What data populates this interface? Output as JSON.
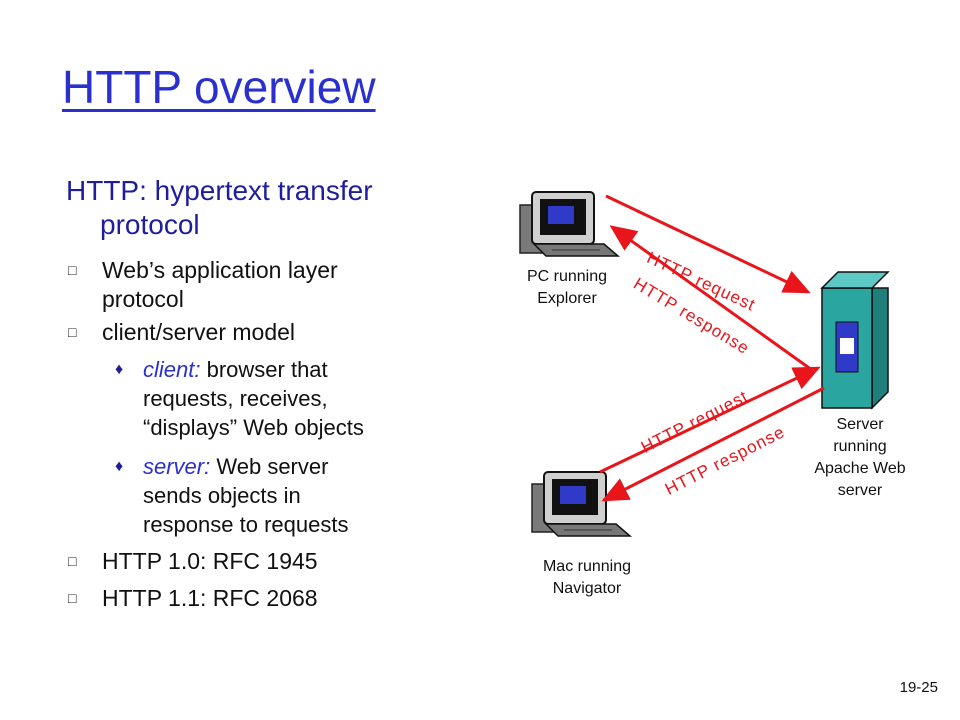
{
  "slide": {
    "title": "HTTP overview",
    "intro_line1": "HTTP: hypertext transfer",
    "intro_line2": "protocol",
    "bullets": [
      {
        "line1": "Web’s application layer",
        "line2": "protocol"
      },
      {
        "line1": "client/server model"
      }
    ],
    "sub_bullets": [
      {
        "term": "client:",
        "lines": [
          " browser that",
          "requests, receives,",
          "“displays” Web objects"
        ]
      },
      {
        "term": "server:",
        "lines": [
          " Web server",
          "sends objects in",
          "response to requests"
        ]
      }
    ],
    "rfc_bullets": [
      "HTTP 1.0: RFC 1945",
      "HTTP 1.1: RFC 2068"
    ],
    "bullet_marker": "□",
    "sub_marker": "♦",
    "page_number": "19-25"
  },
  "diagram": {
    "pc_label": [
      "PC running",
      "Explorer"
    ],
    "mac_label": [
      "Mac running",
      "Navigator"
    ],
    "server_label": [
      "Server",
      "running",
      "Apache Web",
      "server"
    ],
    "pc_request": "HTTP request",
    "pc_response": "HTTP response",
    "mac_request": "HTTP request",
    "mac_response": "HTTP response",
    "arrow_color": "#e8151b",
    "server_color": "#2aa5a0"
  }
}
